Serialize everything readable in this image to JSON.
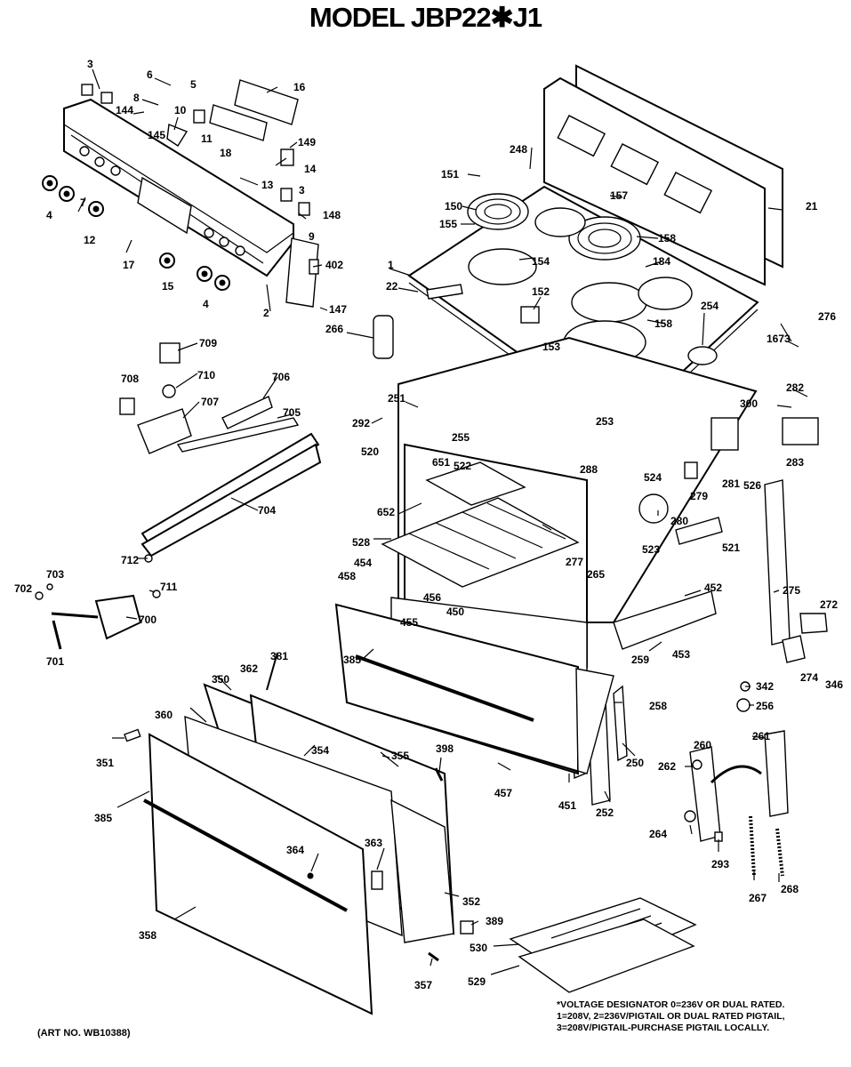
{
  "title": "MODEL JBP22✱J1",
  "art_number": "(ART NO. WB10388)",
  "footnote": [
    "*VOLTAGE DESIGNATOR 0=236V OR DUAL RATED.",
    "1=208V, 2=236V/PIGTAIL OR DUAL RATED PIGTAIL,",
    "3=208V/PIGTAIL-PURCHASE PIGTAIL LOCALLY."
  ],
  "callouts": {
    "c3a": "3",
    "c6": "6",
    "c5": "5",
    "c16": "16",
    "c8": "8",
    "c144": "144",
    "c10": "10",
    "c145": "145",
    "c11": "11",
    "c18": "18",
    "c149": "149",
    "c14": "14",
    "c13": "13",
    "c3b": "3",
    "c148": "148",
    "c4a": "4",
    "c12": "12",
    "c7": "7",
    "c9": "9",
    "c17": "17",
    "c402": "402",
    "c15": "15",
    "c4b": "4",
    "c2": "2",
    "c147": "147",
    "c709": "709",
    "c708": "708",
    "c710": "710",
    "c706": "706",
    "c707": "707",
    "c705": "705",
    "c704": "704",
    "c712": "712",
    "c703": "703",
    "c702": "702",
    "c711": "711",
    "c700": "700",
    "c701": "701",
    "c248": "248",
    "c151": "151",
    "c157": "157",
    "c21": "21",
    "c150": "150",
    "c155": "155",
    "c158a": "158",
    "c154": "154",
    "c184": "184",
    "c1": "1",
    "c22": "22",
    "c152": "152",
    "c153": "153",
    "c158b": "158",
    "c254": "254",
    "c276": "276",
    "c266": "266",
    "c1673": "1673",
    "c251": "251",
    "c300": "300",
    "c282": "282",
    "c292": "292",
    "c253": "253",
    "c255": "255",
    "c520": "520",
    "c651": "651",
    "c522": "522",
    "c288": "288",
    "c524": "524",
    "c279": "279",
    "c281": "281",
    "c526": "526",
    "c283": "283",
    "c652": "652",
    "c523": "523",
    "c280": "280",
    "c521": "521",
    "c528": "528",
    "c277": "277",
    "c454": "454",
    "c458": "458",
    "c456": "456",
    "c455": "455",
    "c450": "450",
    "c265": "265",
    "c452": "452",
    "c275": "275",
    "c272": "272",
    "c385a": "385",
    "c259": "259",
    "c453": "453",
    "c274": "274",
    "c342": "342",
    "c346": "346",
    "c256": "256",
    "c258": "258",
    "c381": "381",
    "c362": "362",
    "c350": "350",
    "c360": "360",
    "c354": "354",
    "c355": "355",
    "c398": "398",
    "c351": "351",
    "c385b": "385",
    "c457": "457",
    "c451": "451",
    "c252": "252",
    "c250": "250",
    "c260": "260",
    "c261": "261",
    "c262": "262",
    "c264": "264",
    "c293": "293",
    "c267": "267",
    "c268": "268",
    "c364": "364",
    "c363": "363",
    "c352": "352",
    "c358": "358",
    "c389": "389",
    "c530": "530",
    "c529": "529",
    "c357": "357"
  }
}
